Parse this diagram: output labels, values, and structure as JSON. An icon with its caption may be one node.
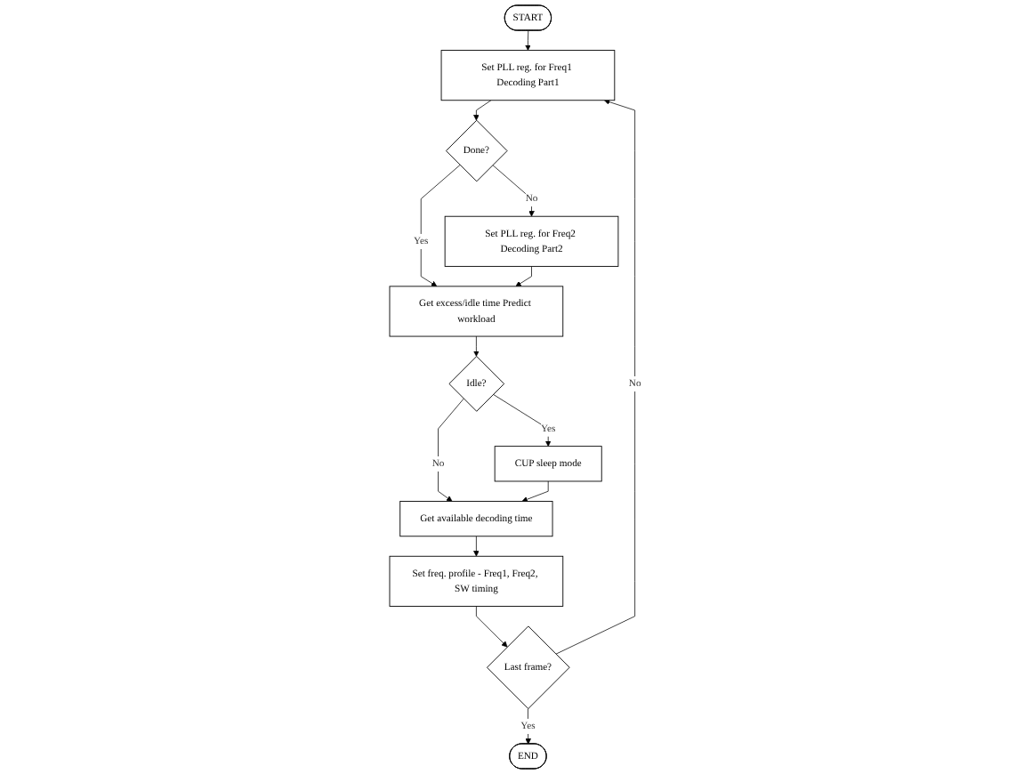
{
  "diagram": {
    "nodes": [
      {
        "text": [
          "START"
        ]
      },
      {
        "text": [
          "Set PLL reg. for Freq1 Decoding Part1"
        ]
      },
      {
        "text": [
          "Done?"
        ]
      },
      {
        "text": [
          "Set PLL reg. for Freq2 Decoding Part2"
        ]
      },
      {
        "text": [
          "Get excess/idle time Predict workload"
        ]
      },
      {
        "text": [
          "Idle?"
        ]
      },
      {
        "text": [
          "CUP sleep mode"
        ]
      },
      {
        "text": [
          "Get available decoding time"
        ]
      },
      {
        "text": [
          "Set freq. profile - Freq1, Freq2, SW timing"
        ]
      },
      {
        "text": [
          "Last frame?"
        ]
      },
      {
        "text": [
          "END"
        ]
      }
    ],
    "edges": [
      {
        "from": 0,
        "to": 1,
        "arrow": "to"
      },
      {
        "from": 1,
        "to": 2,
        "arrow": "to"
      },
      {
        "from": 2,
        "to": 3,
        "arrow": "to",
        "label": "No"
      },
      {
        "from": 2,
        "to": 4,
        "arrow": "to",
        "label": "Yes"
      },
      {
        "from": 3,
        "to": 4,
        "arrow": "to"
      },
      {
        "from": 4,
        "to": 5,
        "arrow": "to"
      },
      {
        "from": 5,
        "to": 6,
        "arrow": "to",
        "label": "Yes"
      },
      {
        "from": 5,
        "to": 7,
        "arrow": "to",
        "label": "No"
      },
      {
        "from": 6,
        "to": 7,
        "arrow": "to"
      },
      {
        "from": 7,
        "to": 8,
        "arrow": "to"
      },
      {
        "from": 8,
        "to": 9,
        "arrow": "to"
      },
      {
        "from": 9,
        "to": 10,
        "arrow": "to",
        "label": "Yes"
      },
      {
        "from": 9,
        "to": 1,
        "arrow": "to",
        "label": "No"
      }
    ]
  }
}
